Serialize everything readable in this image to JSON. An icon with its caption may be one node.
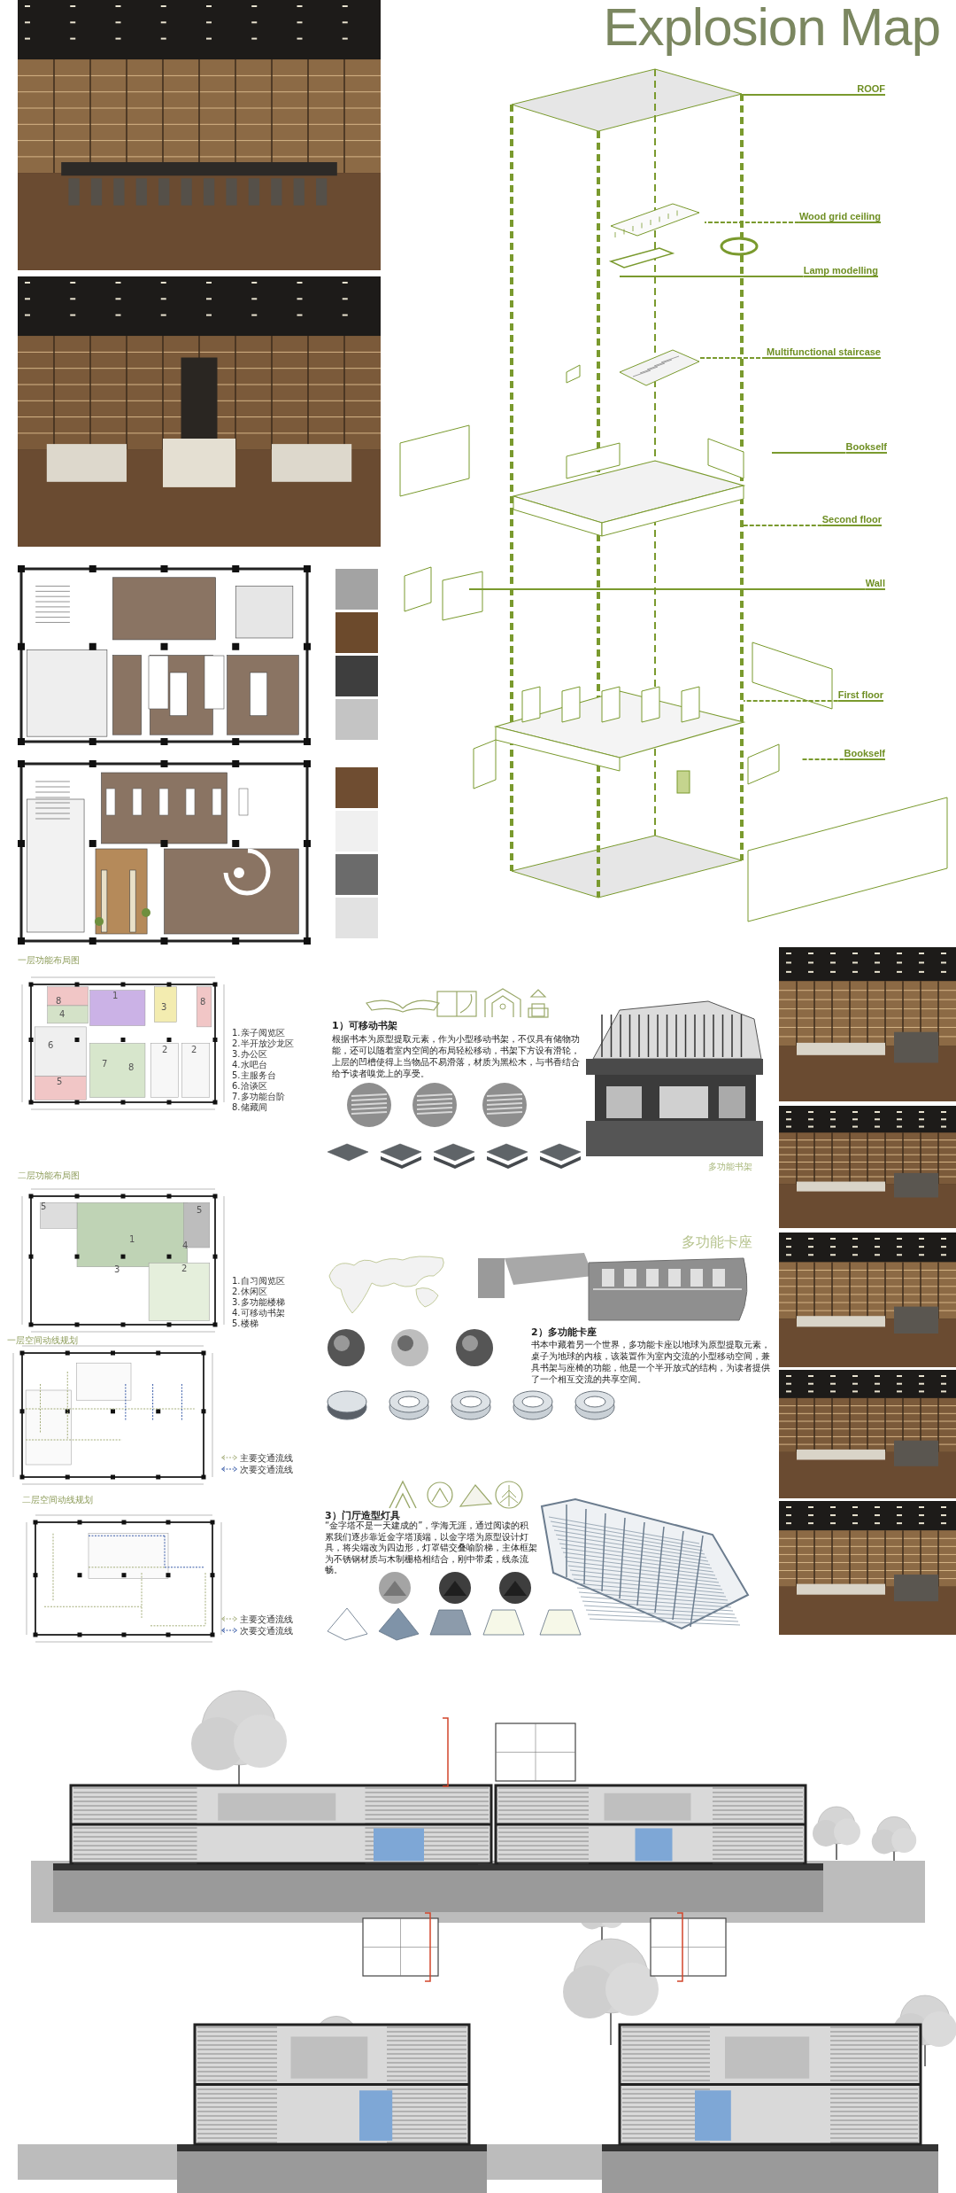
{
  "diagram": {
    "title": "Explosion Map",
    "nodes": [
      {
        "text": [
          "ROOF"
        ]
      },
      {
        "text": [
          "Wood grid ceiling"
        ]
      },
      {
        "text": [
          "Lamp modelling"
        ]
      },
      {
        "text": [
          "Multifunctional staircase"
        ]
      },
      {
        "text": [
          "Bookself"
        ]
      },
      {
        "text": [
          "Second floor"
        ]
      },
      {
        "text": [
          "Wall"
        ]
      },
      {
        "text": [
          "First floor"
        ]
      },
      {
        "text": [
          "Bookself"
        ]
      }
    ],
    "edges": [
      {
        "from": 0,
        "to": null,
        "arrow": "none"
      },
      {
        "from": 1,
        "to": null,
        "arrow": "none",
        "style": "dashed"
      },
      {
        "from": 2,
        "to": null,
        "arrow": "none"
      },
      {
        "from": 3,
        "to": null,
        "arrow": "none",
        "style": "dashed"
      },
      {
        "from": 4,
        "to": null,
        "arrow": "none"
      },
      {
        "from": 5,
        "to": null,
        "arrow": "none",
        "style": "dashed"
      },
      {
        "from": 6,
        "to": null,
        "arrow": "none"
      },
      {
        "from": 7,
        "to": null,
        "arrow": "none",
        "style": "dashed"
      },
      {
        "from": 8,
        "to": null,
        "arrow": "none",
        "style": "dashed"
      }
    ],
    "labels": [
      "一层功能布局图",
      "8",
      "1",
      "3",
      "8",
      "4",
      "6",
      "7",
      "8",
      "2",
      "2",
      "5",
      "1.亲子阅览区",
      "2.半开放沙龙区",
      "3.办公区",
      "4.水吧台",
      "5.主服务台",
      "6.洽谈区",
      "7.多功能台阶",
      "8.储藏间",
      "二层功能布局图",
      "5",
      "5",
      "1",
      "4",
      "3",
      "2",
      "1.自习阅览区",
      "2.休闲区",
      "3.多功能楼梯",
      "4.可移动书架",
      "5.楼梯",
      "一层空间动线规划",
      "二层空间动线规划",
      "1）可移动书架",
      "根据书本为原型提取元素，作为小型移动书架，不仅具有储物功能，还可以随着室内空间的布局轻松移动，书架下方设有滑轮，上层的凹槽使得上当物品不易滑落，材质为黑松木，与书香结合给予读者嗅觉上的享受。",
      "多功能书架",
      "多功能卡座",
      "2）多功能卡座",
      "书本中藏着另一个世界，多功能卡座以地球为原型提取元素，桌子为地球的内核，该装置作为室内交流的小型移动空间，兼具书架与座椅的功能，他是一个半开放式的结构，为读者提供了一个相互交流的共享空间。",
      "3）门厅造型灯具",
      "“金字塔不是一天建成的”，学海无涯，通过阅读的积累我们逐步靠近金字塔顶端，以金字塔为原型设计灯具，将尖端改为四边形，灯罩错交叠喻阶梯，主体框架为不锈钢材质与木制栅格相结合，刚中带柔，线条流畅。"
    ],
    "legend": [
      {
        "text": "主要交通流线"
      },
      {
        "text": "次要交通流线"
      },
      {
        "text": "主要交通流线"
      },
      {
        "text": "次要交通流线"
      }
    ]
  }
}
